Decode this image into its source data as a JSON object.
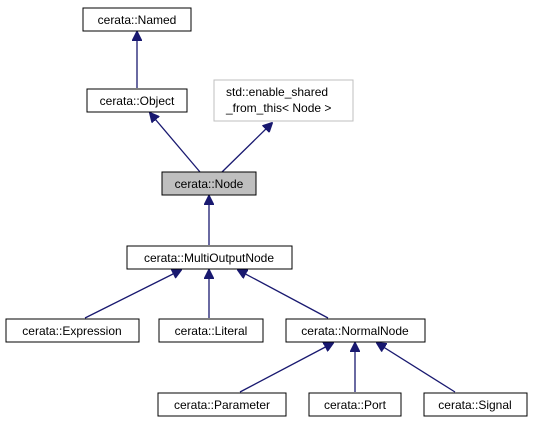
{
  "colors": {
    "edge": "#191970",
    "box_border": "#000000",
    "ghost_border": "#bfbfbf",
    "highlight_fill": "#bfbfbf",
    "box_fill": "#ffffff"
  },
  "nodes": {
    "named": {
      "label": "cerata::Named"
    },
    "object": {
      "label": "cerata::Object"
    },
    "enable_shared": {
      "line1": "std::enable_shared",
      "line2": "_from_this< Node >"
    },
    "node": {
      "label": "cerata::Node"
    },
    "multi_output_node": {
      "label": "cerata::MultiOutputNode"
    },
    "expression": {
      "label": "cerata::Expression"
    },
    "literal": {
      "label": "cerata::Literal"
    },
    "normal_node": {
      "label": "cerata::NormalNode"
    },
    "parameter": {
      "label": "cerata::Parameter"
    },
    "port": {
      "label": "cerata::Port"
    },
    "signal": {
      "label": "cerata::Signal"
    }
  },
  "edges": [
    {
      "from": "object",
      "to": "named"
    },
    {
      "from": "node",
      "to": "object"
    },
    {
      "from": "node",
      "to": "enable_shared"
    },
    {
      "from": "multi_output_node",
      "to": "node"
    },
    {
      "from": "expression",
      "to": "multi_output_node"
    },
    {
      "from": "literal",
      "to": "multi_output_node"
    },
    {
      "from": "normal_node",
      "to": "multi_output_node"
    },
    {
      "from": "parameter",
      "to": "normal_node"
    },
    {
      "from": "port",
      "to": "normal_node"
    },
    {
      "from": "signal",
      "to": "normal_node"
    }
  ]
}
